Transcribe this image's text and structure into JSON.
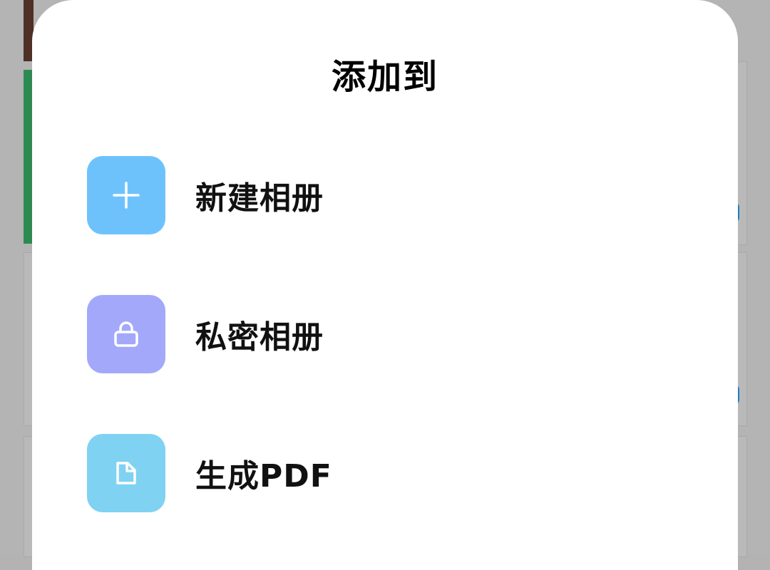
{
  "dialog": {
    "title": "添加到"
  },
  "options": [
    {
      "label": "新建相册",
      "icon": "plus-icon",
      "color": "#6ec2fc"
    },
    {
      "label": "私密相册",
      "icon": "lock-icon",
      "color": "#a3a8fb"
    },
    {
      "label": "生成PDF",
      "icon": "document-icon",
      "color": "#7fd2f2"
    }
  ],
  "colors": {
    "sheet_background": "#ffffff",
    "scrim": "#b4b4b4"
  }
}
